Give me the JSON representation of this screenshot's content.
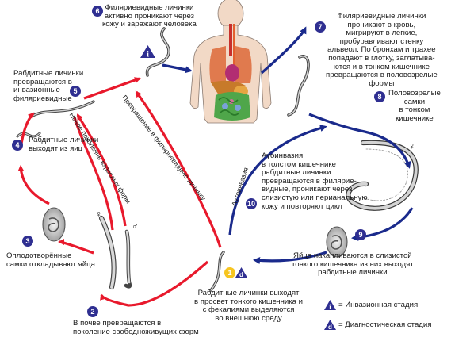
{
  "steps": [
    {
      "num": "1"
    },
    {
      "num": "2",
      "text": [
        "В почве превращаются в",
        "поколение свободноживущих форм"
      ]
    },
    {
      "num": "3",
      "text": [
        "Оплодотворённые",
        "самки откладывают яйца"
      ]
    },
    {
      "num": "4",
      "text": [
        "Рабдитные личинки",
        "выходят из яиц"
      ]
    },
    {
      "num": "5",
      "text": [
        "Рабдитные личинки",
        "превращаются в",
        "инвазионные",
        "филяриевидные"
      ]
    },
    {
      "num": "6",
      "text": [
        "Филяриевидные личинки",
        "активно проникают через",
        "кожу и заражают человека"
      ]
    },
    {
      "num": "7",
      "text": [
        "Филяриевидные личинки",
        "проникают в кровь,",
        "мигрируют в легкие,",
        "пробуравливают стенку",
        "альвеол. По бронхам и трахее",
        "попадают в глотку, заглатыва-",
        "ются и в тонком кишечнике",
        "превращаются в половозрелые",
        "формы"
      ]
    },
    {
      "num": "8",
      "text": [
        "Половозрелые",
        "самки",
        "в тонком",
        "кишечнике"
      ]
    },
    {
      "num": "9",
      "text": [
        "Яйца накапливаются в слизистой",
        "тонкого кишечника из них выходят",
        "рабдитные личинки"
      ]
    },
    {
      "num": "10",
      "text": [
        "Ауоинвазия:",
        "в толстом кишечнике",
        "рабдитные личинки",
        "превращаются в филярие-",
        "видные, проникают через",
        "слизистую или перианальную",
        "кожу и повторяют цикл"
      ]
    }
  ],
  "step1_text": [
    "Рабдитные личинки выходят",
    "в просвет тонкого кишечника и",
    "с фекалиями выделяются",
    "во внешнюю среду"
  ],
  "arrow_labels": {
    "new_generation": "Новое поколение взрослых форм",
    "filariform": "Превращение в филяриевидную личинку",
    "autoinvasion": "Аутоинвазия"
  },
  "symbols": {
    "female": "♀",
    "male": "♂",
    "i": "i",
    "d": "d"
  },
  "legend": [
    {
      "symbol": "i",
      "label": "= Инвазионная стадия"
    },
    {
      "symbol": "d",
      "label": "= Диагностическая стадия"
    }
  ],
  "colors": {
    "red": "#e8192c",
    "blue": "#1a2a8c",
    "badge": "#2f2f91",
    "orange": "#f7c520"
  }
}
